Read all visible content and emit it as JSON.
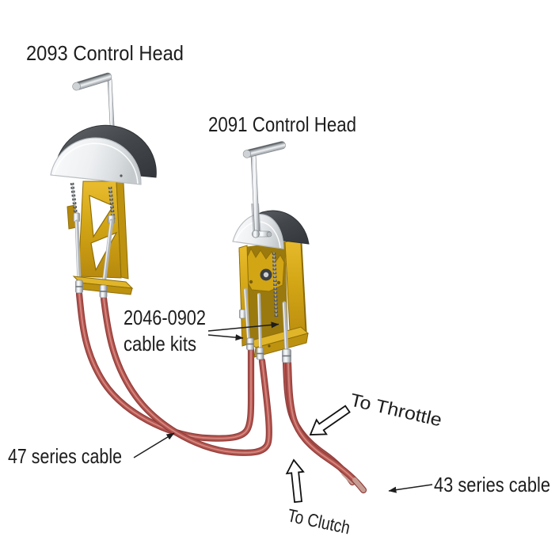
{
  "figure": {
    "type": "technical-illustration",
    "background": "#ffffff",
    "labels": {
      "head_left": "2093 Control Head",
      "head_right": "2091 Control Head",
      "cable_kits_line1": "2046-0902",
      "cable_kits_line2": "cable kits",
      "cable_47": "47 series cable",
      "cable_43": "43 series cable",
      "to_throttle": "To Throttle",
      "to_clutch": "To Clutch"
    },
    "colors": {
      "cable_red": "#b5544f",
      "cable_red_dark": "#8f3e3b",
      "cable_red_highlight": "#d9938a",
      "frame_yellow": "#d2a515",
      "frame_yellow_dark": "#8f6e08",
      "chrome_light": "#f2f4f5",
      "chrome_dark": "#8f959a",
      "dome_top_gray": "#42464a",
      "annotation_black": "#1d1d1d"
    }
  }
}
